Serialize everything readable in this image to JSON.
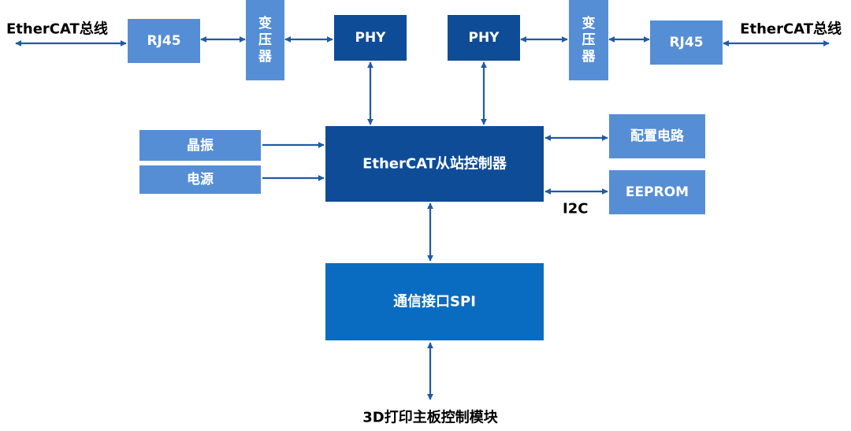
{
  "labels": {
    "bus_left": "EtherCAT总线",
    "bus_right": "EtherCAT总线",
    "i2c": "I2C",
    "bottom_module": "3D打印主板控制模块"
  },
  "boxes": {
    "rj45_left": "RJ45",
    "transformer_left": [
      "变",
      "压",
      "器"
    ],
    "phy_left": "PHY",
    "phy_right": "PHY",
    "transformer_right": [
      "变",
      "压",
      "器"
    ],
    "rj45_right": "RJ45",
    "crystal": "晶振",
    "power": "电源",
    "controller": "EtherCAT从站控制器",
    "config_circuit": "配置电路",
    "eeprom": "EEPROM",
    "spi": "通信接口SPI"
  },
  "colors": {
    "light_box": "#558ed5",
    "dark_box": "#0f4c97",
    "spi_box": "#0a6cc0",
    "connector": "#1f5aa6"
  }
}
